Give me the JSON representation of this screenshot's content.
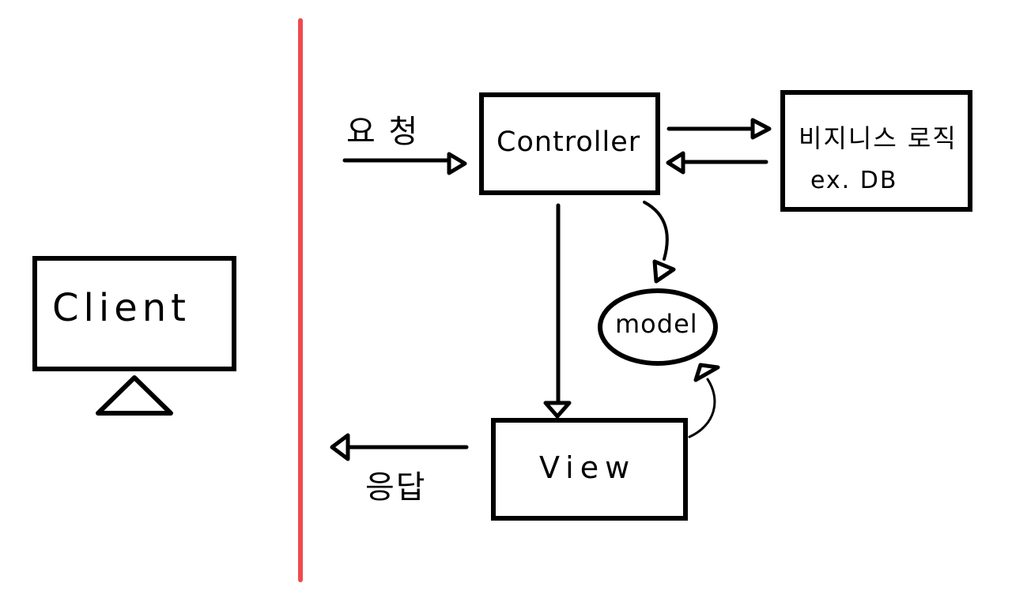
{
  "colors": {
    "stroke": "#000000",
    "divider": "#ef4a4f",
    "background": "#ffffff"
  },
  "nodes": {
    "client": "Client",
    "controller": "Controller",
    "business_logic": "비지니스 로직",
    "business_logic_example": "ex. DB",
    "model": "model",
    "view": "View"
  },
  "edges": {
    "request": "요 청",
    "response": "응답"
  }
}
